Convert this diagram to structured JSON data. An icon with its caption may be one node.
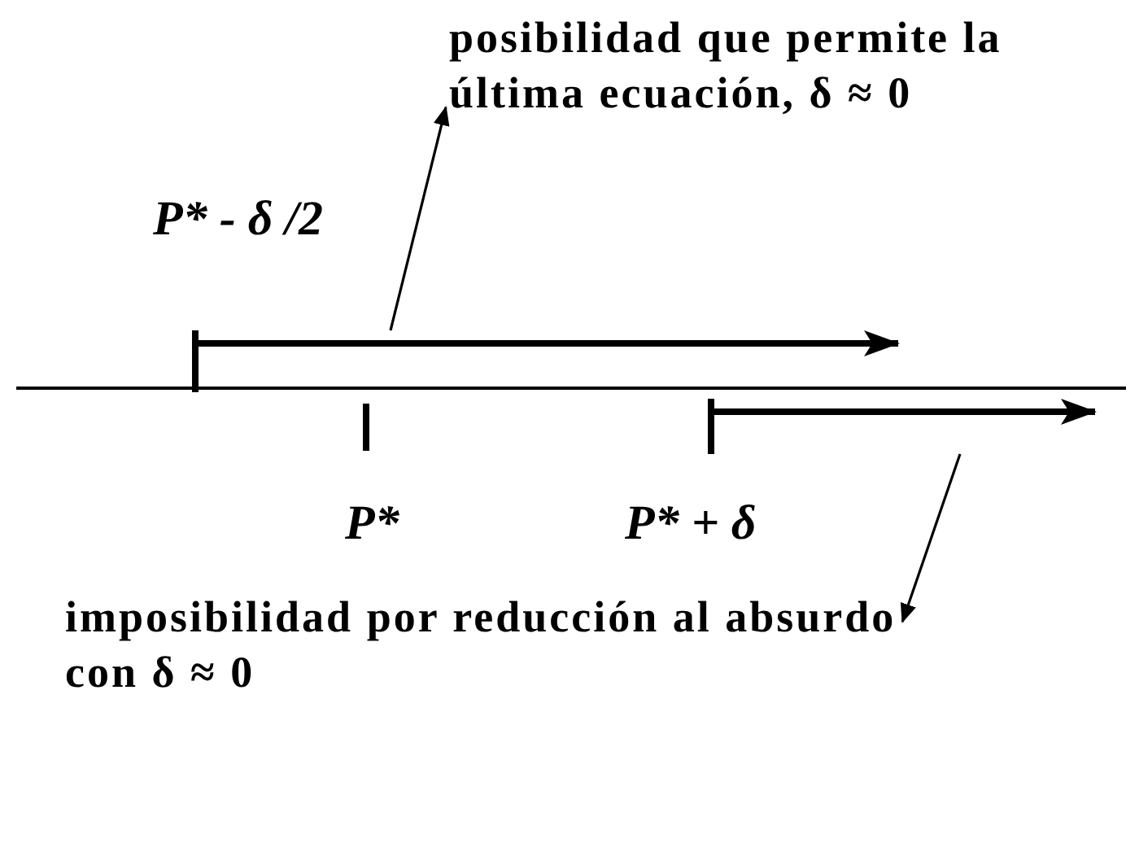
{
  "diagram": {
    "nodes": [
      {
        "text": [
          "posibilidad que permite la última ecuación, δ ≈ 0"
        ]
      },
      {
        "text": [],
        "shape": "arrow"
      },
      {
        "text": [],
        "shape": "arrow"
      },
      {
        "text": [
          "imposibilidad por reducción al absurdo con δ ≈ 0"
        ]
      }
    ],
    "edges": [
      {
        "from": 1,
        "to": 0,
        "arrow": "to"
      },
      {
        "from": 2,
        "to": 3,
        "arrow": "to"
      }
    ],
    "labels": [
      "P* - δ /2",
      "P*",
      "P* + δ"
    ]
  }
}
